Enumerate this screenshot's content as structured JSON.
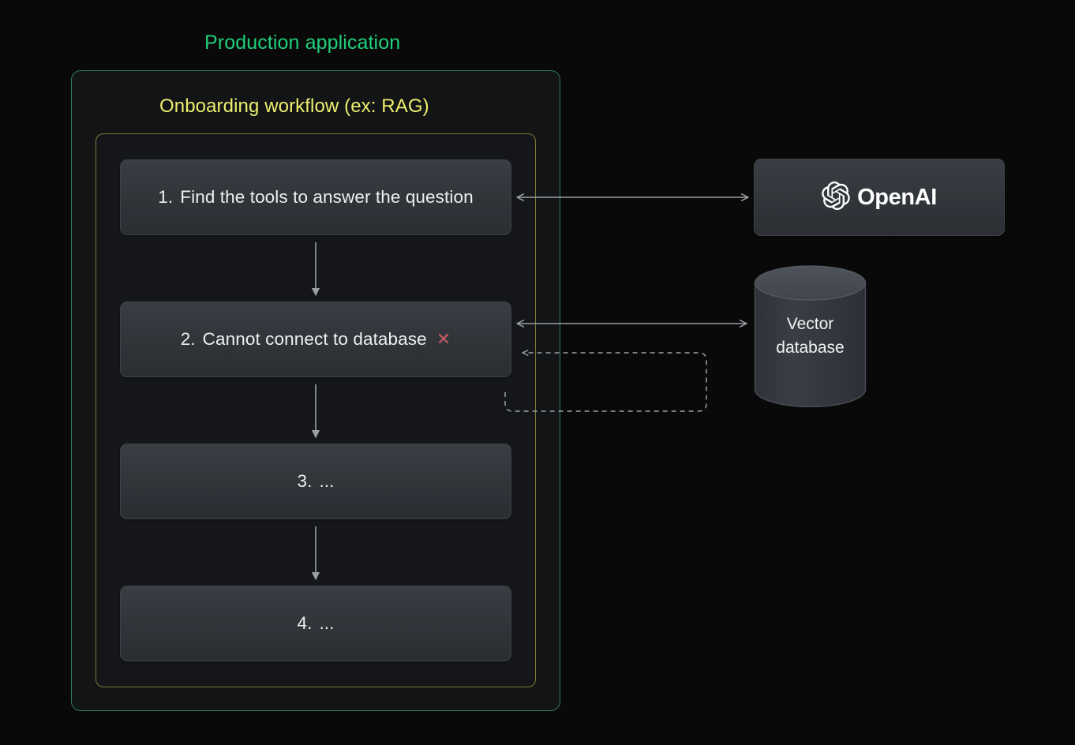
{
  "diagram": {
    "outer_frame": {
      "title": "Production application",
      "accent_color": "#21d07a",
      "border_color": "#2e7d5b"
    },
    "inner_frame": {
      "title": "Onboarding workflow (ex: RAG)",
      "accent_color": "#eeee6e",
      "border_color": "#7d7a35"
    },
    "steps": [
      {
        "number": "1.",
        "label": "Find the tools to answer the question",
        "status": ""
      },
      {
        "number": "2.",
        "label": "Cannot connect to database",
        "status": "✕"
      },
      {
        "number": "3.",
        "label": "...",
        "status": ""
      },
      {
        "number": "4.",
        "label": "...",
        "status": ""
      }
    ],
    "external_nodes": {
      "openai": {
        "label": "OpenAI",
        "icon": "openai-blossom-logo"
      },
      "vector_db": {
        "line1": "Vector",
        "line2": "database",
        "shape": "cylinder"
      }
    },
    "connectors": {
      "step1_openai": "bidirectional",
      "step2_vectordb": "bidirectional",
      "step2_retry_loop": "dashed-return"
    },
    "colors": {
      "page_background": "#09090a",
      "panel_background": "#121416",
      "step_background": "#33373c",
      "step_border": "#3e4349",
      "text": "#eceff2",
      "error": "#c45b5f",
      "wire": "#9aa0a6"
    }
  }
}
